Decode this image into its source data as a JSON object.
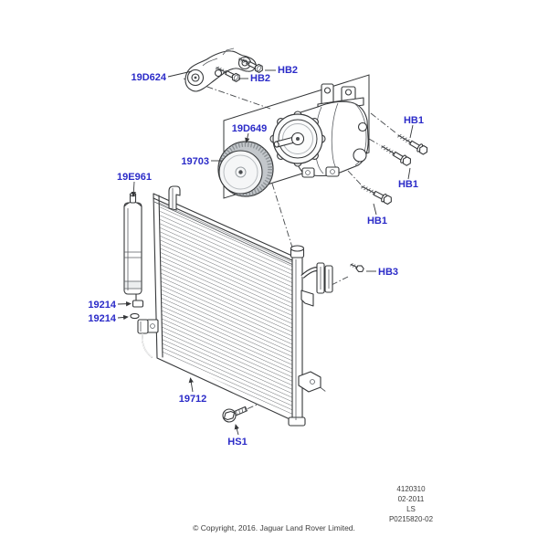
{
  "callouts": {
    "bracket": "19D624",
    "bolt_hb2_upper": "HB2",
    "bolt_hb2_lower": "HB2",
    "clutch_pulley": "19D649",
    "compressor": "19703",
    "bolt_hb1_upper": "HB1",
    "bolt_hb1_middle": "HB1",
    "bolt_hb1_lower": "HB1",
    "receiver_drier": "19E961",
    "seal_upper": "19214",
    "seal_lower": "19214",
    "bolt_hb3": "HB3",
    "condenser": "19712",
    "screw_hs1": "HS1"
  },
  "title_block": {
    "drawing_number": "4120310",
    "date": "02-2011",
    "model": "LS",
    "sheet": "P0215820-02"
  },
  "footer": {
    "copyright": "© Copyright, 2016. Jaguar Land Rover Limited."
  },
  "colors": {
    "callout": "#2b2bc8",
    "line": "#36383a"
  }
}
